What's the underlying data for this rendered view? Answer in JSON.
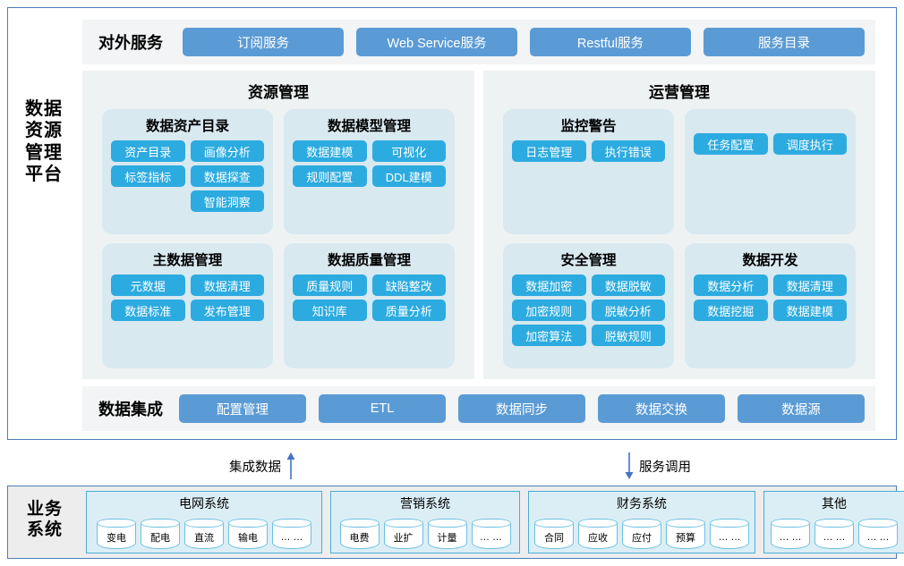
{
  "platform": {
    "label": "数据\n资源\n管理\n平台",
    "label_lines": [
      "数据",
      "资源",
      "管理",
      "平台"
    ],
    "external_service": {
      "title": "对外服务",
      "buttons": [
        "订阅服务",
        "Web Service服务",
        "Restful服务",
        "服务目录"
      ]
    },
    "panels": [
      {
        "title": "资源管理",
        "cards": [
          {
            "title": "数据资产目录",
            "tags": [
              "资产目录",
              "画像分析",
              "标签指标",
              "数据探查"
            ],
            "extra_tag_col2": "智能洞察"
          },
          {
            "title": "数据模型管理",
            "tags": [
              "数据建模",
              "可视化",
              "规则配置",
              "DDL建模"
            ]
          },
          {
            "title": "主数据管理",
            "tags": [
              "元数据",
              "数据清理",
              "数据标准",
              "发布管理"
            ]
          },
          {
            "title": "数据质量管理",
            "tags": [
              "质量规则",
              "缺陷整改",
              "知识库",
              "质量分析"
            ]
          }
        ]
      },
      {
        "title": "运营管理",
        "cards": [
          {
            "title": "监控警告",
            "tags": [
              "日志管理",
              "执行错误"
            ]
          },
          {
            "title": "",
            "tags": [
              "任务配置",
              "调度执行"
            ]
          },
          {
            "title": "安全管理",
            "tags": [
              "数据加密",
              "数据脱敏",
              "加密规则",
              "脱敏分析",
              "加密算法",
              "脱敏规则"
            ]
          },
          {
            "title": "数据开发",
            "tags": [
              "数据分析",
              "数据清理",
              "数据挖掘",
              "数据建模"
            ]
          }
        ]
      }
    ],
    "data_integration": {
      "title": "数据集成",
      "buttons": [
        "配置管理",
        "ETL",
        "数据同步",
        "数据交换",
        "数据源"
      ]
    }
  },
  "flow": {
    "up": {
      "label": "集成数据",
      "direction": "up"
    },
    "down": {
      "label": "服务调用",
      "direction": "down"
    }
  },
  "business": {
    "label_lines": [
      "业务",
      "系统"
    ],
    "systems": [
      {
        "title": "电网系统",
        "nodes": [
          "变电",
          "配电",
          "直流",
          "输电",
          "… …"
        ]
      },
      {
        "title": "营销系统",
        "nodes": [
          "电费",
          "业扩",
          "计量",
          "… …"
        ]
      },
      {
        "title": "财务系统",
        "nodes": [
          "合同",
          "应收",
          "应付",
          "预算",
          "… …"
        ]
      },
      {
        "title": "其他",
        "nodes": [
          "… …",
          "… …",
          "… …"
        ]
      }
    ]
  },
  "colors": {
    "frame_border": "#4a7ebb",
    "service_button": "#5b9bd5",
    "tag": "#2cabe0",
    "panel_bg": "#eff2f3",
    "card_bg": "#d8e9f0",
    "bar_bg": "#f2f4f5",
    "business_bg": "#ededed",
    "biz_box_bg": "#dceef5",
    "biz_box_border": "#4bacd8",
    "arrow": "#4472c4"
  }
}
